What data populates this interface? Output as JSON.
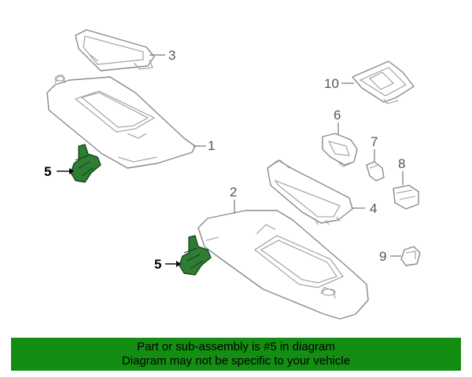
{
  "callouts": {
    "c1": "1",
    "c2": "2",
    "c3": "3",
    "c4": "4",
    "c5a": "5",
    "c5b": "5",
    "c6": "6",
    "c7": "7",
    "c8": "8",
    "c9": "9",
    "c10": "10"
  },
  "banner": {
    "line1": "Part or sub-assembly is #5 in diagram",
    "line2": "Diagram may not be specific to your vehicle"
  },
  "colors": {
    "highlight": "#2e7d32",
    "banner": "#138e13"
  }
}
